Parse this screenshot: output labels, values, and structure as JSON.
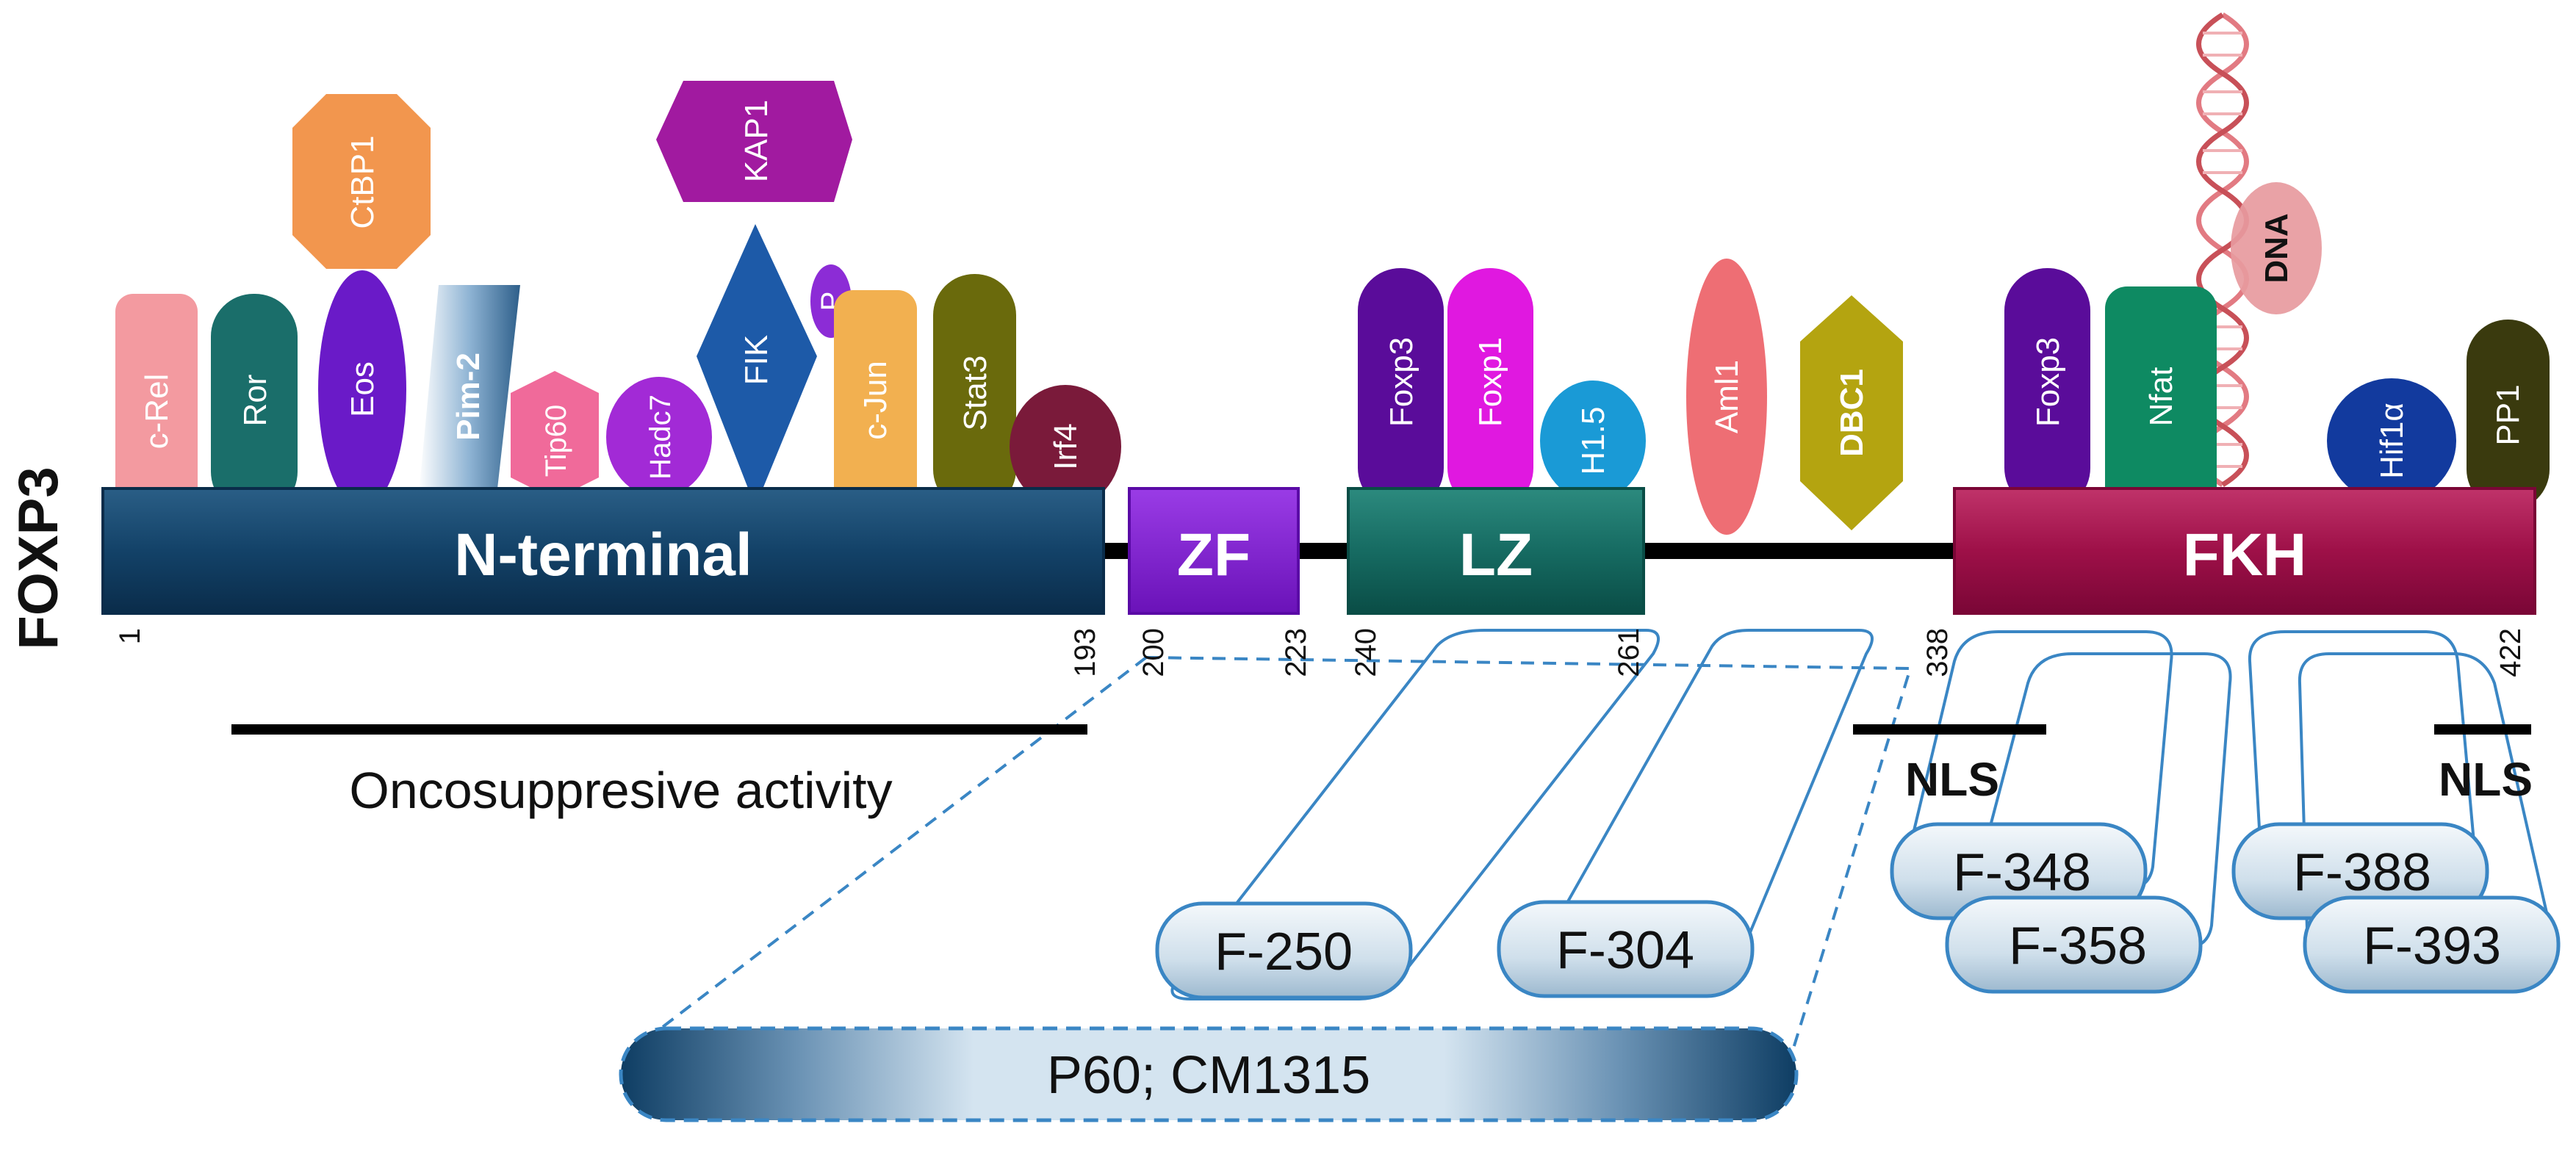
{
  "protein": "FOXP3",
  "domains": {
    "nterm": "N-terminal",
    "zf": "ZF",
    "lz": "LZ",
    "fkh": "FKH"
  },
  "positions": [
    "1",
    "193",
    "200",
    "223",
    "240",
    "261",
    "338",
    "422"
  ],
  "annotations": {
    "oncosuppressive": "Oncosuppresive activity",
    "nls1": "NLS",
    "nls2": "NLS"
  },
  "partners": {
    "crel": "c-Rel",
    "ror": "Ror",
    "eos": "Eos",
    "ctbp1": "CtBP1",
    "pim2": "Pim-2",
    "tip60": "Tip60",
    "hadc7": "Hadc7",
    "fik": "FIK",
    "kap1": "KAP1",
    "p": "P",
    "cjun": "c-Jun",
    "stat3": "Stat3",
    "irf4": "Irf4",
    "foxp3_lz": "Foxp3",
    "foxp1": "Foxp1",
    "h15": "H1.5",
    "aml1": "Aml1",
    "dbc1": "DBC1",
    "foxp3_fkh": "Foxp3",
    "nfat": "Nfat",
    "dna": "DNA",
    "hif1a": "Hif1α",
    "pp1": "PP1"
  },
  "peptides": {
    "f250": "F-250",
    "f304": "F-304",
    "f348": "F-348",
    "f358": "F-358",
    "f388": "F-388",
    "f393": "F-393",
    "p60": "P60; CM1315"
  }
}
